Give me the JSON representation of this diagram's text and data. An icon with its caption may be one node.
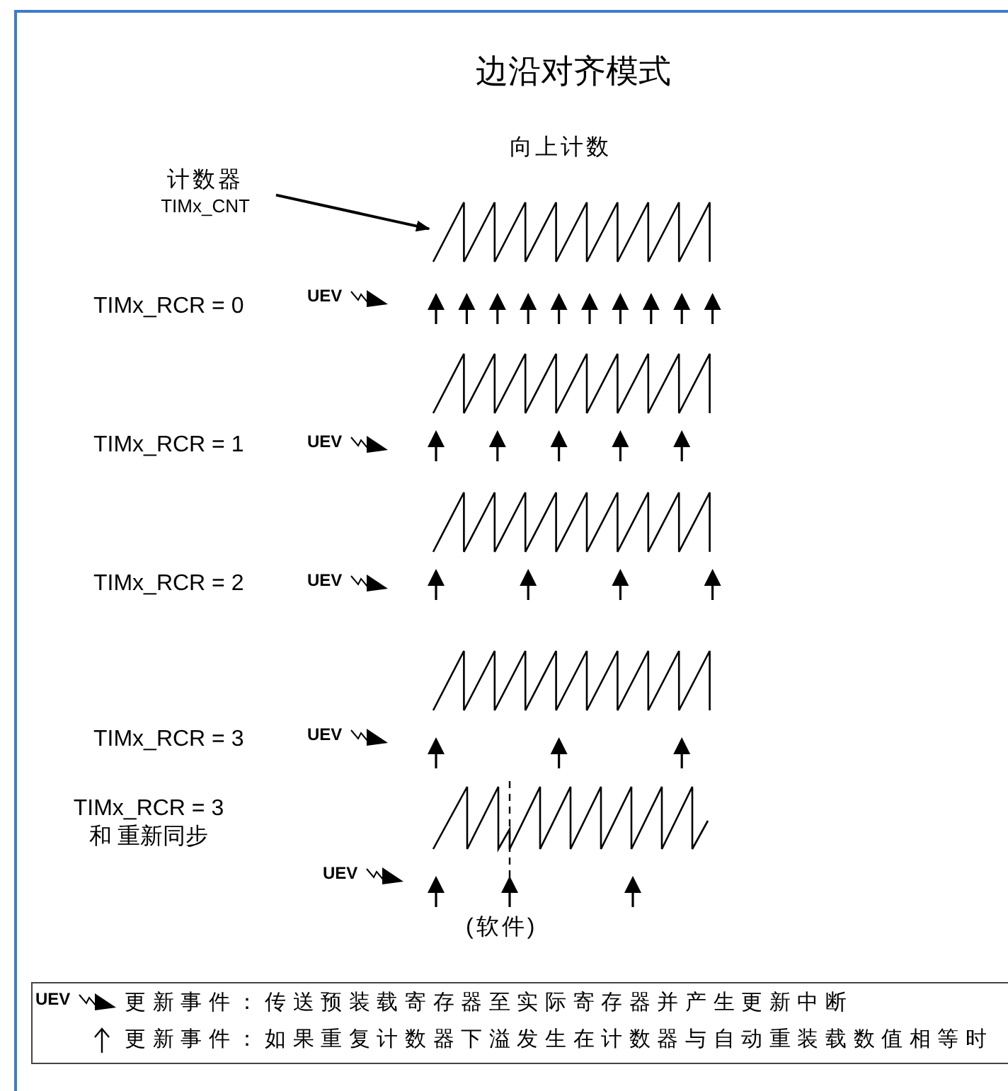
{
  "diagram": {
    "title": "边沿对齐模式",
    "nodes": [
      {
        "text": [
          "计数器",
          "TIMx_CNT"
        ]
      },
      {
        "text": [],
        "shape": "picture"
      }
    ],
    "edges": [
      {
        "from": 0,
        "to": 1,
        "arrow": "to"
      }
    ],
    "labels": [
      "向上计数",
      "TIMx_RCR = 0",
      "UEV",
      "TIMx_RCR = 1",
      "UEV",
      "TIMx_RCR = 2",
      "UEV",
      "TIMx_RCR = 3",
      "UEV",
      "TIMx_RCR = 3 和 重新同步",
      "UEV",
      "(软件)",
      "UEV"
    ],
    "legend": [
      {
        "text": "更新事件：传送预装载寄存器至实际寄存器并产生更新中断"
      },
      {
        "text": "更新事件：如果重复计数器下溢发生在计数器与自动重装载数值相等时"
      }
    ]
  }
}
